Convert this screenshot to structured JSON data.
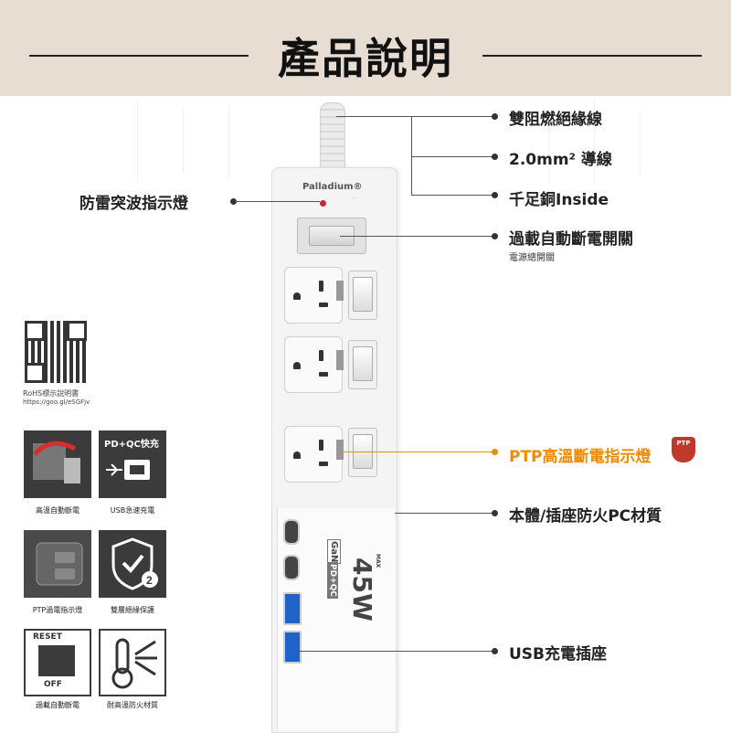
{
  "header": {
    "title": "產品說明"
  },
  "product": {
    "brand": "Palladium®",
    "usb_badge_gan": "GaN",
    "usb_badge_pdqc": "PD+QC",
    "watt": "45W",
    "max": "MAX"
  },
  "callouts": {
    "cable": "雙阻燃絕緣線",
    "wire": "2.0mm² 導線",
    "copper": "千足銅Inside",
    "overload": "過載自動斷電開關",
    "overload_sub": "電源總開關",
    "surge": "防雷突波指示燈",
    "ptp": "PTP高溫斷電指示燈",
    "body": "本體/插座防火PC材質",
    "usb": "USB充電插座"
  },
  "qr": {
    "note1": "RoHS標示說明書",
    "note2": "https://goo.gl/eSGFjv"
  },
  "tiles": [
    {
      "label": "高溫自動斷電",
      "icon": "auto-cutoff-icon"
    },
    {
      "label": "USB急速充電",
      "icon": "usb-charge-icon",
      "text": "PD+QC快充"
    },
    {
      "label": "PTP過電指示燈",
      "icon": "ptp-indicator-icon"
    },
    {
      "label": "雙層絕緣保護",
      "icon": "double-insulation-icon"
    },
    {
      "label": "過載自動斷電",
      "icon": "reset-switch-icon",
      "text_top": "RESET",
      "text_bottom": "OFF"
    },
    {
      "label": "耐高溫防火材質",
      "icon": "heat-resistant-icon"
    }
  ],
  "shield_text": "PTP",
  "accent_color": "#f08a00"
}
